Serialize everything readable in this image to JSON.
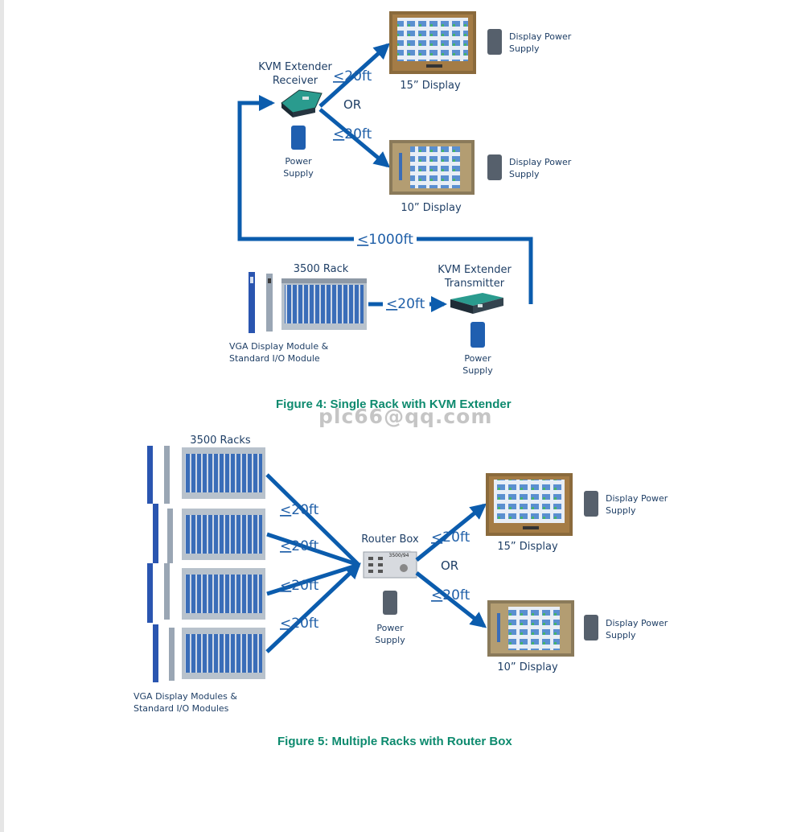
{
  "figure4": {
    "kvm_receiver_label_1": "KVM Extender",
    "kvm_receiver_label_2": "Receiver",
    "receiver_power_1": "Power",
    "receiver_power_2": "Supply",
    "display15_label": "15” Display",
    "display10_label": "10” Display",
    "display_power_1": "Display Power",
    "display_power_2": "Supply",
    "dist_top": "20ft",
    "dist_bottom": "20ft",
    "or_label": "OR",
    "dist_long": "1000ft",
    "rack_label": "3500 Rack",
    "module_label_1": "VGA Display Module &",
    "module_label_2": "Standard I/O Module",
    "dist_rack": "20ft",
    "kvm_transmitter_label_1": "KVM Extender",
    "kvm_transmitter_label_2": "Transmitter",
    "transmitter_power_1": "Power",
    "transmitter_power_2": "Supply",
    "caption": "Figure 4:  Single Rack with KVM Extender"
  },
  "watermark": "plc66@qq.com",
  "figure5": {
    "racks_label": "3500 Racks",
    "rack_distances": [
      "20ft",
      "20ft",
      "20ft",
      "20ft"
    ],
    "router_label": "Router Box",
    "router_badge": "3500/94",
    "router_power_1": "Power",
    "router_power_2": "Supply",
    "dist_top": "20ft",
    "or_label": "OR",
    "dist_bottom": "20ft",
    "display15_label": "15” Display",
    "display10_label": "10” Display",
    "display_power_1": "Display Power",
    "display_power_2": "Supply",
    "modules_label_1": "VGA Display Modules &",
    "modules_label_2": "Standard I/O Modules",
    "caption": "Figure 5:  Multiple Racks with Router Box"
  },
  "colors": {
    "arrow": "#0b5cad",
    "caption": "#0d8a6e",
    "label_text": "#1f3f66"
  }
}
